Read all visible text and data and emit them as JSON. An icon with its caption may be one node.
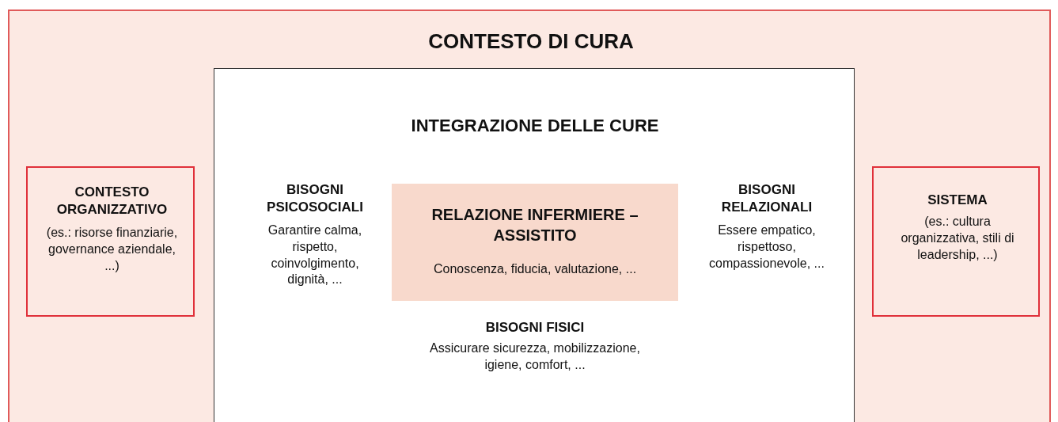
{
  "diagram": {
    "nodes": [
      {
        "text": [
          "CONTESTO DI CURA"
        ]
      },
      {
        "text": [
          "CONTESTO ORGANIZZATIVO",
          "(es.: risorse finanziarie, governance aziendale, ...)"
        ],
        "in": 0
      },
      {
        "text": [
          "INTEGRAZIONE DELLE CURE",
          "BISOGNI PSICOSOCIALI",
          "Garantire calma, rispetto, coinvolgimento, dignità, ...",
          "BISOGNI RELAZIONALI",
          "Essere empatico, rispettoso, compassionevole, ...",
          "BISOGNI FISICI",
          "Assicurare sicurezza, mobilizzazione, igiene, comfort, ..."
        ],
        "in": 0
      },
      {
        "text": [
          "RELAZIONE INFERMIERE – ASSISTITO",
          "Conoscenza, fiducia, valutazione, ..."
        ],
        "in": 2
      },
      {
        "text": [
          "SISTEMA",
          "(es.: cultura organizzativa, stili di leadership, ...)"
        ],
        "in": 0
      }
    ]
  }
}
